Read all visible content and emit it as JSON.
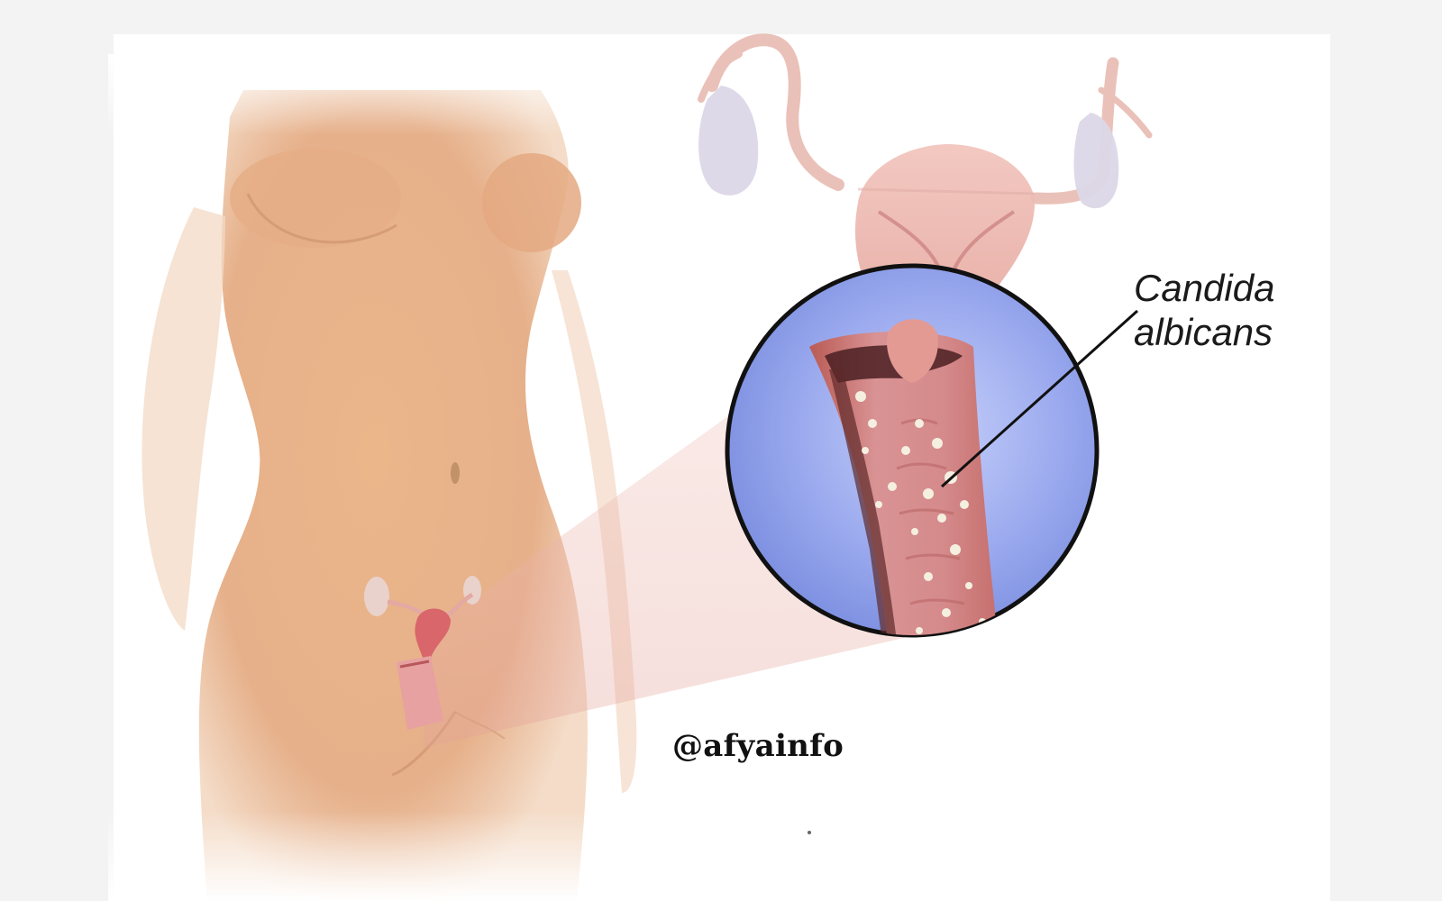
{
  "illustration": {
    "label": {
      "line1": "Candida",
      "line2": "albicans"
    },
    "watermark": "@afyainfo",
    "icons": [
      "female-torso-figure",
      "uterus-icon",
      "ovary-icon",
      "vagina-icon",
      "magnifier-inset"
    ],
    "colors": {
      "background": "#ffffff",
      "outer_margin": "#f3f3f3",
      "skin": "#e8b48c",
      "tissue": "#d77a78",
      "inset_fill": "#8f9fe8",
      "inset_border": "#111111",
      "candida_spots": "#f5efe0",
      "zoom_cone": "#f2c9c8"
    }
  }
}
